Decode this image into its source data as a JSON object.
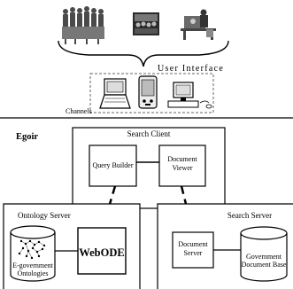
{
  "labels": {
    "user_interface": "User Interface",
    "channels": "Channels",
    "system_name": "Egoir",
    "search_client": "Search Client",
    "query_builder": "Query Builder",
    "document_viewer_line1": "Document",
    "document_viewer_line2": "Viewer",
    "ontology_server": "Ontology Server",
    "egov_ontologies_line1": "E-government",
    "egov_ontologies_line2": "Ontologies",
    "webode": "WebODE",
    "search_server": "Search Server",
    "document_server_line1": "Document",
    "document_server_line2": "Server",
    "gov_docbase_line1": "Government",
    "gov_docbase_line2": "Document Base"
  },
  "icons": {
    "user_groups": [
      "people-group-icon",
      "crowd-icon",
      "desk-worker-icon"
    ],
    "channels": [
      "laptop-icon",
      "pda-icon",
      "desktop-computer-icon"
    ],
    "stores": [
      "ontology-database-icon",
      "document-database-icon"
    ]
  },
  "colors": {
    "line": "#000000",
    "background": "#ffffff",
    "people_fill": "#5a5a5a"
  }
}
